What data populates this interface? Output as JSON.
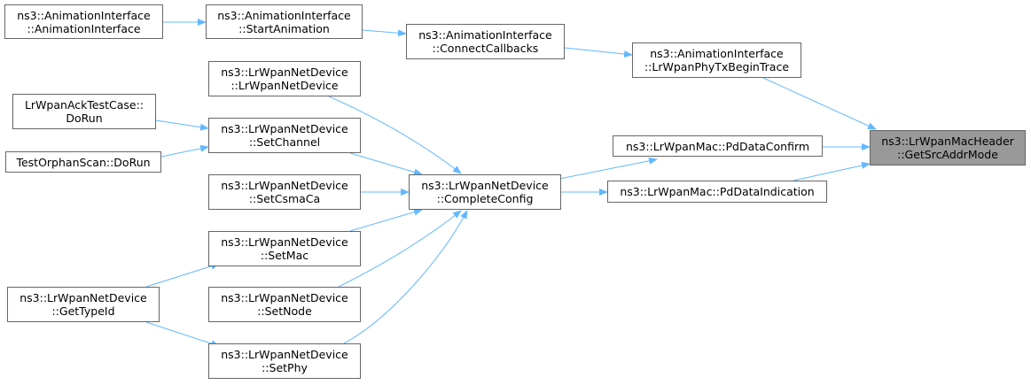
{
  "colors": {
    "edge": "#63b8ff",
    "node_border": "#666666",
    "focus_fill": "#999999"
  },
  "nodes": {
    "anim_ctor": {
      "l1": "ns3::AnimationInterface",
      "l2": "::AnimationInterface"
    },
    "anim_start": {
      "l1": "ns3::AnimationInterface",
      "l2": "::StartAnimation"
    },
    "anim_connect": {
      "l1": "ns3::AnimationInterface",
      "l2": "::ConnectCallbacks"
    },
    "anim_phytx": {
      "l1": "ns3::AnimationInterface",
      "l2": "::LrWpanPhyTxBeginTrace"
    },
    "dev_ctor": {
      "l1": "ns3::LrWpanNetDevice",
      "l2": "::LrWpanNetDevice"
    },
    "ack_test": {
      "l1": "LrWpanAckTestCase::",
      "l2": "DoRun"
    },
    "set_channel": {
      "l1": "ns3::LrWpanNetDevice",
      "l2": "::SetChannel"
    },
    "orphan_scan": {
      "l1": "TestOrphanScan::DoRun"
    },
    "set_csma": {
      "l1": "ns3::LrWpanNetDevice",
      "l2": "::SetCsmaCa"
    },
    "complete_config": {
      "l1": "ns3::LrWpanNetDevice",
      "l2": "::CompleteConfig"
    },
    "set_mac": {
      "l1": "ns3::LrWpanNetDevice",
      "l2": "::SetMac"
    },
    "get_typeid": {
      "l1": "ns3::LrWpanNetDevice",
      "l2": "::GetTypeId"
    },
    "set_node": {
      "l1": "ns3::LrWpanNetDevice",
      "l2": "::SetNode"
    },
    "set_phy": {
      "l1": "ns3::LrWpanNetDevice",
      "l2": "::SetPhy"
    },
    "pd_confirm": {
      "l1": "ns3::LrWpanMac::PdDataConfirm"
    },
    "pd_indication": {
      "l1": "ns3::LrWpanMac::PdDataIndication"
    },
    "get_src_addr": {
      "l1": "ns3::LrWpanMacHeader",
      "l2": "::GetSrcAddrMode"
    }
  }
}
